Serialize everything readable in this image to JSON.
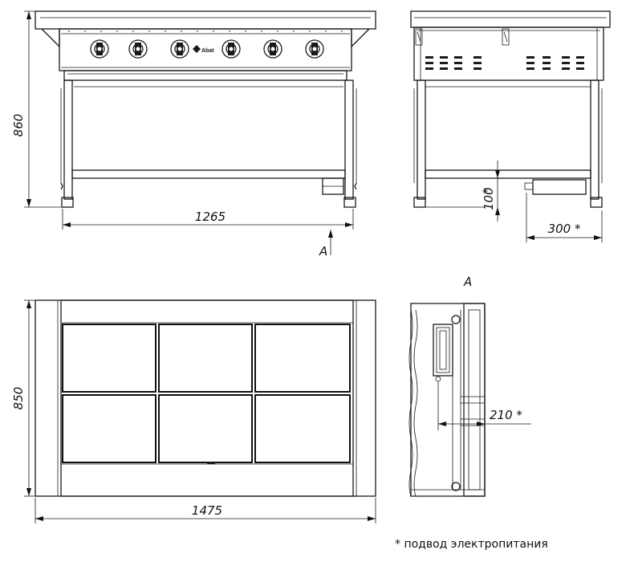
{
  "dimensions": {
    "height_front": "860",
    "width_front": "1265",
    "leg_height": "100",
    "leg_height_mark": "*",
    "cable_offset": "300 *",
    "depth_top": "850",
    "width_top": "1475",
    "cable_detail_offset": "210 *"
  },
  "view_labels": {
    "arrow_a": "A",
    "detail_a": "A"
  },
  "note": "* подвод электропитания",
  "brand_badge": "Abat",
  "knob_count": 6
}
